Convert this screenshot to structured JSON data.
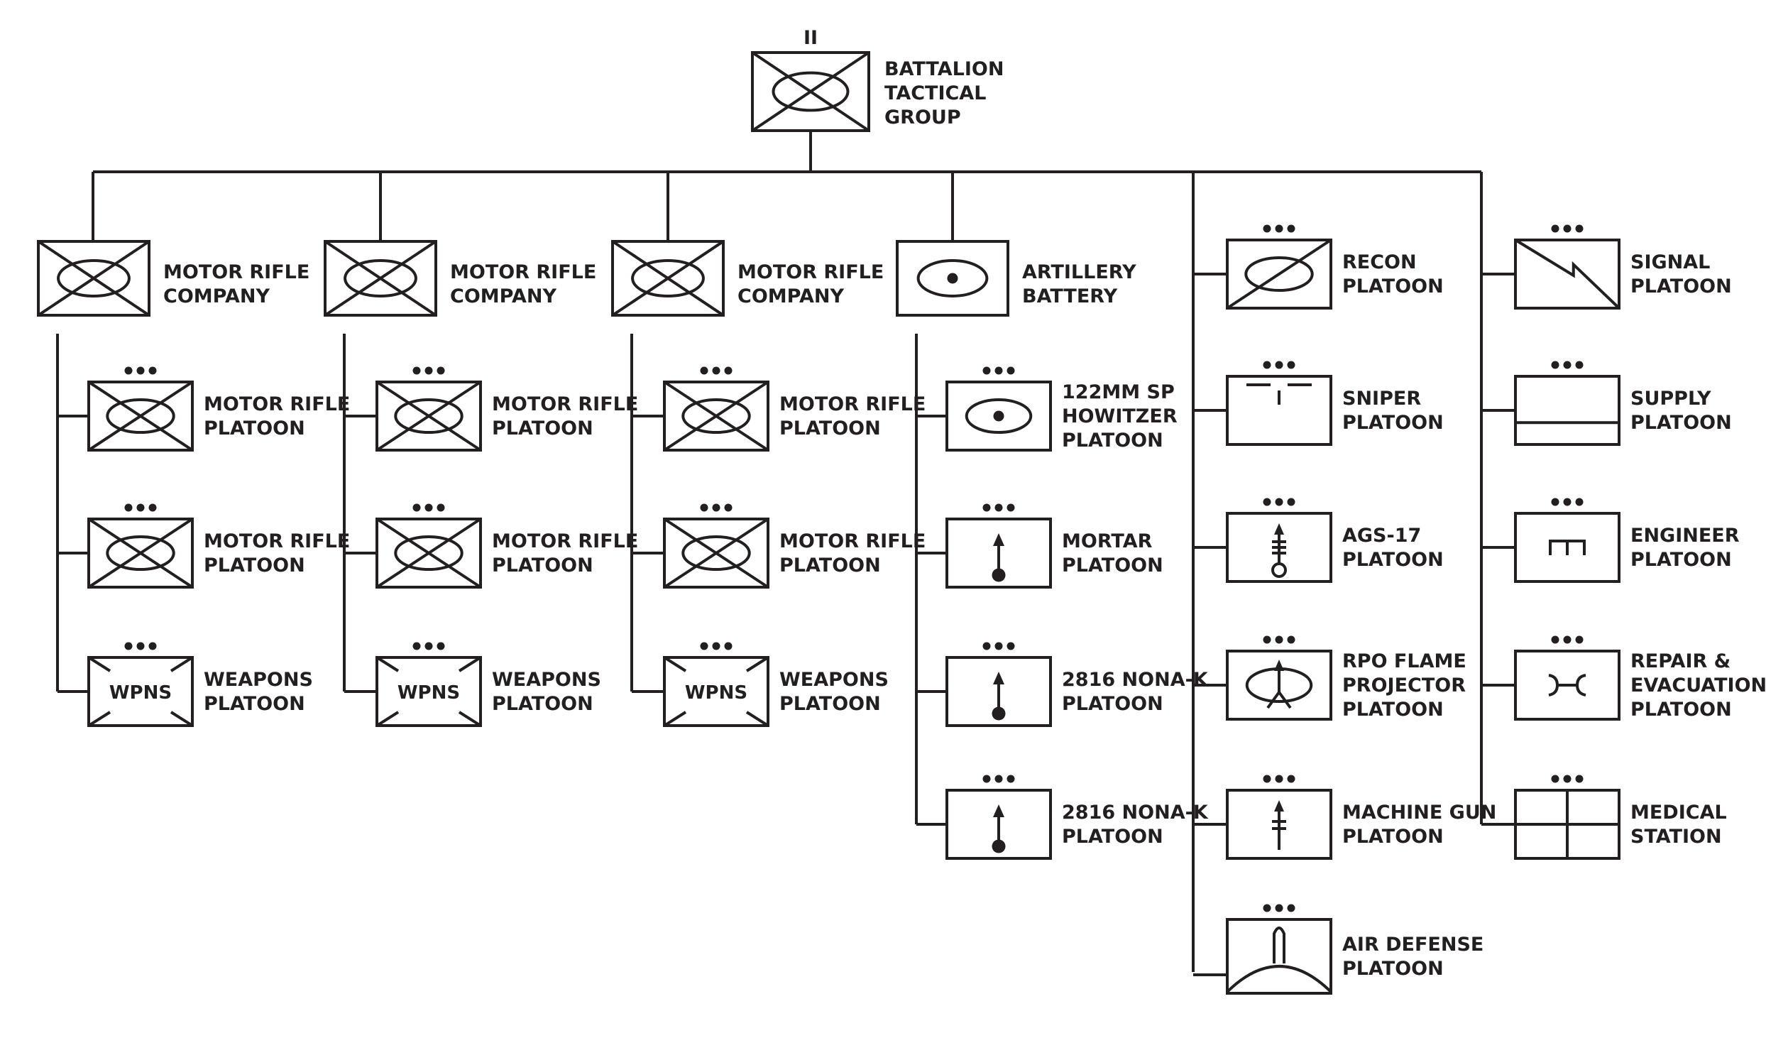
{
  "hq": {
    "echelon": "II",
    "label": [
      "BATTALION",
      "TACTICAL",
      "GROUP"
    ]
  },
  "wpns_text": "WPNS",
  "columns": [
    {
      "head": {
        "symbol": "infantry",
        "label": [
          "MOTOR RIFLE",
          "COMPANY"
        ]
      },
      "units": [
        {
          "symbol": "infantry",
          "label": [
            "MOTOR RIFLE",
            "PLATOON"
          ]
        },
        {
          "symbol": "infantry",
          "label": [
            "MOTOR RIFLE",
            "PLATOON"
          ]
        },
        {
          "symbol": "weapons",
          "label": [
            "WEAPONS",
            "PLATOON"
          ]
        }
      ]
    },
    {
      "head": {
        "symbol": "infantry",
        "label": [
          "MOTOR RIFLE",
          "COMPANY"
        ]
      },
      "units": [
        {
          "symbol": "infantry",
          "label": [
            "MOTOR RIFLE",
            "PLATOON"
          ]
        },
        {
          "symbol": "infantry",
          "label": [
            "MOTOR RIFLE",
            "PLATOON"
          ]
        },
        {
          "symbol": "weapons",
          "label": [
            "WEAPONS",
            "PLATOON"
          ]
        }
      ]
    },
    {
      "head": {
        "symbol": "infantry",
        "label": [
          "MOTOR RIFLE",
          "COMPANY"
        ]
      },
      "units": [
        {
          "symbol": "infantry",
          "label": [
            "MOTOR RIFLE",
            "PLATOON"
          ]
        },
        {
          "symbol": "infantry",
          "label": [
            "MOTOR RIFLE",
            "PLATOON"
          ]
        },
        {
          "symbol": "weapons",
          "label": [
            "WEAPONS",
            "PLATOON"
          ]
        }
      ]
    },
    {
      "head": {
        "symbol": "artillery",
        "label": [
          "ARTILLERY",
          "BATTERY"
        ]
      },
      "units": [
        {
          "symbol": "howitzer",
          "label": [
            "122MM SP",
            "HOWITZER",
            "PLATOON"
          ]
        },
        {
          "symbol": "mortar",
          "label": [
            "MORTAR",
            "PLATOON"
          ]
        },
        {
          "symbol": "mortar",
          "label": [
            "2816 NONA-K",
            "PLATOON"
          ]
        },
        {
          "symbol": "mortar",
          "label": [
            "2816 NONA-K",
            "PLATOON"
          ]
        }
      ]
    },
    {
      "head": null,
      "units": [
        {
          "symbol": "recon",
          "label": [
            "RECON",
            "PLATOON"
          ]
        },
        {
          "symbol": "sniper",
          "label": [
            "SNIPER",
            "PLATOON"
          ]
        },
        {
          "symbol": "ags",
          "label": [
            "AGS-17",
            "PLATOON"
          ]
        },
        {
          "symbol": "flame",
          "label": [
            "RPO FLAME",
            "PROJECTOR",
            "PLATOON"
          ]
        },
        {
          "symbol": "machinegun",
          "label": [
            "MACHINE GUN",
            "PLATOON"
          ]
        },
        {
          "symbol": "airdefense",
          "label": [
            "AIR DEFENSE",
            "PLATOON"
          ]
        }
      ]
    },
    {
      "head": null,
      "units": [
        {
          "symbol": "signal",
          "label": [
            "SIGNAL",
            "PLATOON"
          ]
        },
        {
          "symbol": "supply",
          "label": [
            "SUPPLY",
            "PLATOON"
          ]
        },
        {
          "symbol": "engineer",
          "label": [
            "ENGINEER",
            "PLATOON"
          ]
        },
        {
          "symbol": "repair",
          "label": [
            "REPAIR &",
            "EVACUATION",
            "PLATOON"
          ]
        },
        {
          "symbol": "medical",
          "label": [
            "MEDICAL",
            "STATION"
          ]
        }
      ]
    }
  ],
  "colors": {
    "ink": "#231f20",
    "background": "#ffffff"
  }
}
